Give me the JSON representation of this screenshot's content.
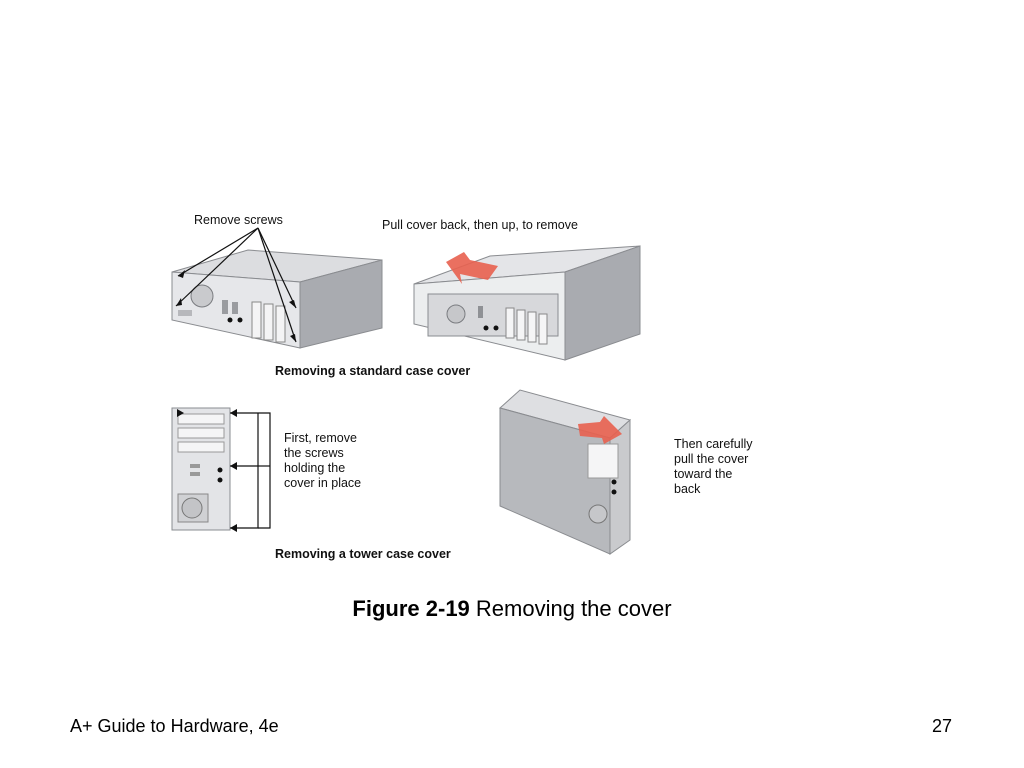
{
  "figure": {
    "labels": {
      "remove_screws": "Remove screws",
      "pull_cover": "Pull cover back, then up, to remove",
      "standard_caption": "Removing a standard case cover",
      "first_remove": "First, remove\nthe screws\nholding the\ncover in place",
      "then_carefully": "Then carefully\npull the cover\ntoward the\nback",
      "tower_caption": "Removing a tower case cover"
    },
    "arrow_color": "#e8604f"
  },
  "caption": {
    "number": "Figure 2-19",
    "text": " Removing the cover"
  },
  "footer": {
    "book_title": "A+ Guide to Hardware, 4e",
    "page_number": "27"
  }
}
